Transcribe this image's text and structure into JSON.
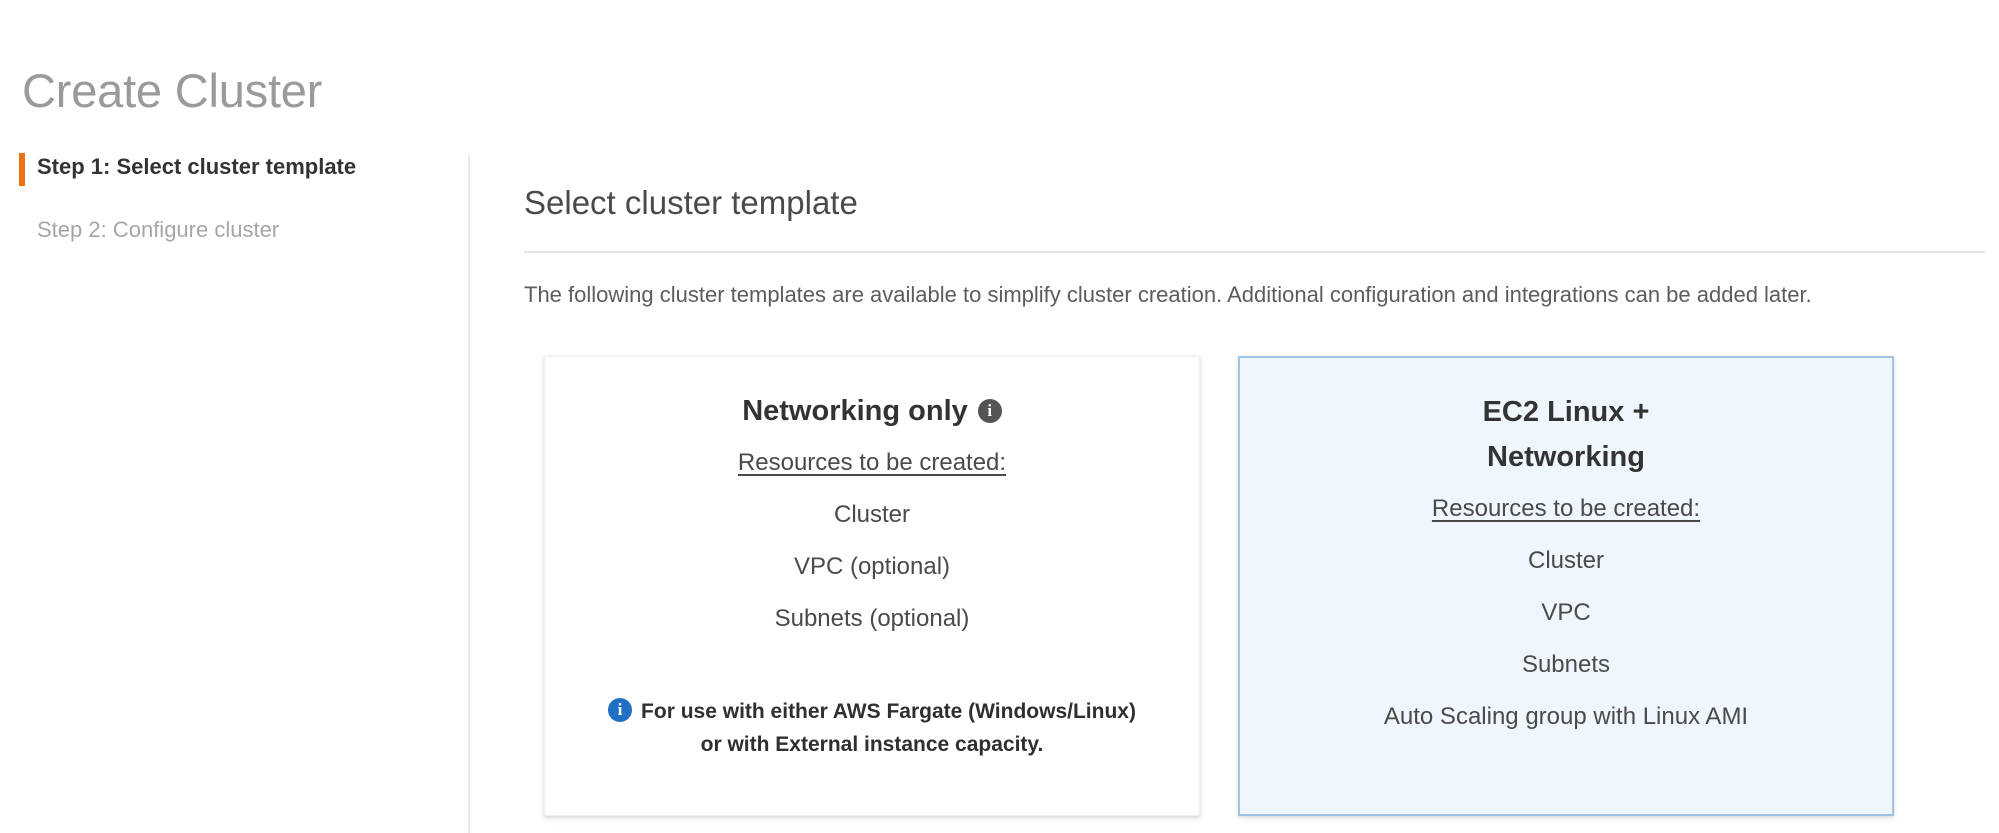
{
  "page": {
    "title": "Create Cluster"
  },
  "wizard": {
    "steps": [
      {
        "label": "Step 1: Select cluster template",
        "state": "active"
      },
      {
        "label": "Step 2: Configure cluster",
        "state": "inactive"
      }
    ],
    "active_marker_color": "#ec7211"
  },
  "main": {
    "section_title": "Select cluster template",
    "description": "The following cluster templates are available to simplify cluster creation. Additional configuration and integrations can be added later."
  },
  "templates": [
    {
      "id": "networking-only",
      "title": "Networking only",
      "title_info_icon": "info-icon",
      "resources_label": "Resources to be created:",
      "resources": [
        "Cluster",
        "VPC (optional)",
        "Subnets (optional)"
      ],
      "note_icon": "info-icon",
      "note_line_1": "For use with either AWS Fargate (Windows/Linux)",
      "note_line_2": "or with External instance capacity.",
      "selected": false,
      "background": "#ffffff",
      "border_color": "#f0f0f0"
    },
    {
      "id": "ec2-linux-networking",
      "title_line_1": "EC2 Linux +",
      "title_line_2": "Networking",
      "resources_label": "Resources to be created:",
      "resources": [
        "Cluster",
        "VPC",
        "Subnets",
        "Auto Scaling group with Linux AMI"
      ],
      "selected": true,
      "background": "#eff6fd",
      "border_color": "#9ec5e8"
    }
  ],
  "colors": {
    "accent_orange": "#ec7211",
    "info_blue": "#1f6fc4",
    "selected_card_fill": "#eff6fd",
    "selected_card_border": "#9ec5e8",
    "title_gray": "#9a9a9a",
    "body_text": "#4a4a4a"
  }
}
